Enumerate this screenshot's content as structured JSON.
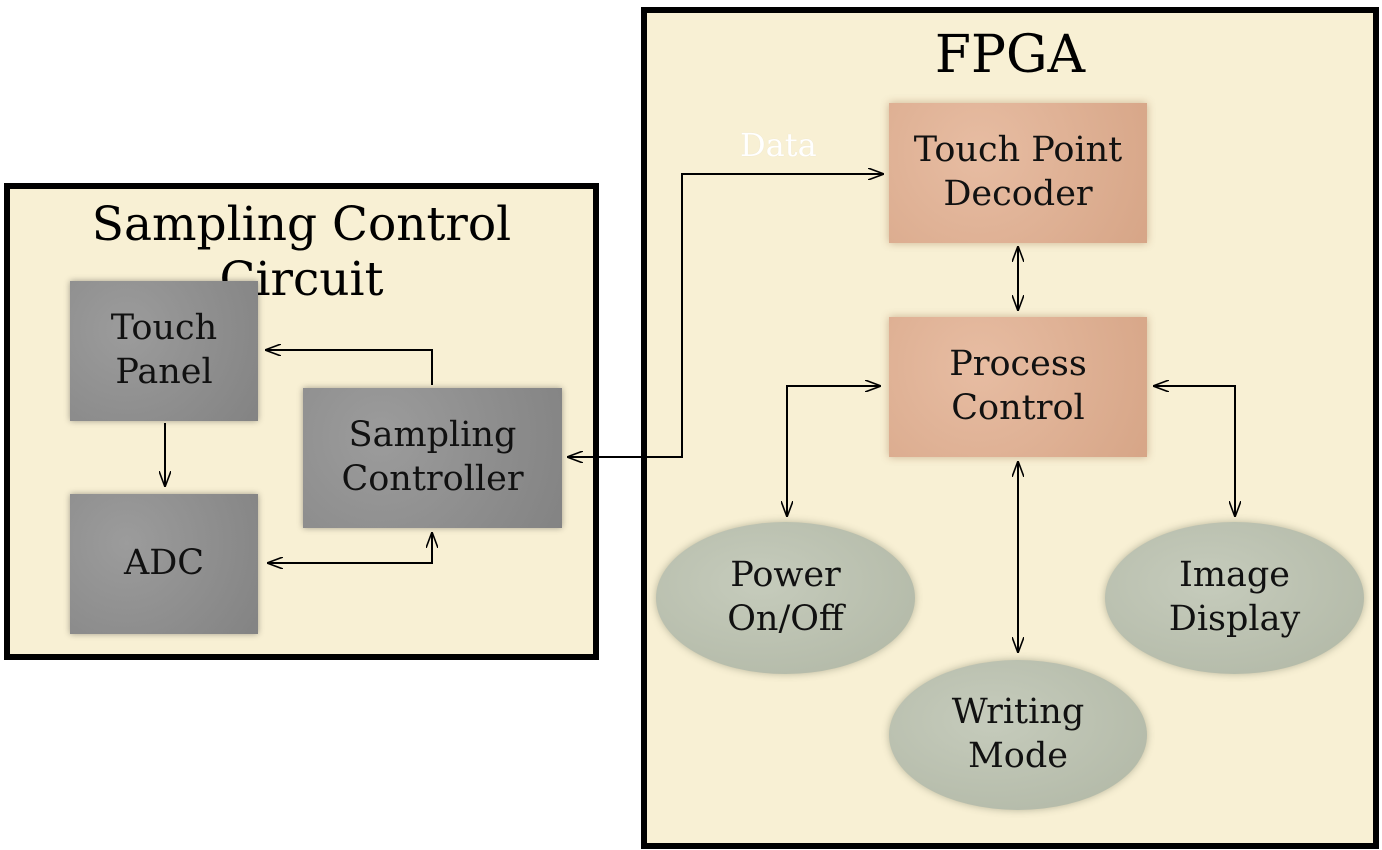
{
  "panels": {
    "sampling_circuit": {
      "title": "Sampling Control Circuit"
    },
    "fpga": {
      "title": "FPGA"
    }
  },
  "nodes": {
    "touch_panel": {
      "line1": "Touch",
      "line2": "Panel"
    },
    "adc": {
      "line1": "ADC"
    },
    "sampling_controller": {
      "line1": "Sampling",
      "line2": "Controller"
    },
    "touch_point_decoder": {
      "line1": "Touch Point",
      "line2": "Decoder"
    },
    "process_control": {
      "line1": "Process",
      "line2": "Control"
    },
    "power_onoff": {
      "line1": "Power",
      "line2": "On/Off"
    },
    "writing_mode": {
      "line1": "Writing",
      "line2": "Mode"
    },
    "image_display": {
      "line1": "Image",
      "line2": "Display"
    }
  },
  "edges": {
    "data_label": "Data"
  },
  "colors": {
    "panel_fill": "#f8f0d4",
    "sampling_block": "#8e8e8e",
    "fpga_block": "#e2ae8e",
    "fpga_mode": "#b9c0ad",
    "data_label": "#ffffff"
  }
}
